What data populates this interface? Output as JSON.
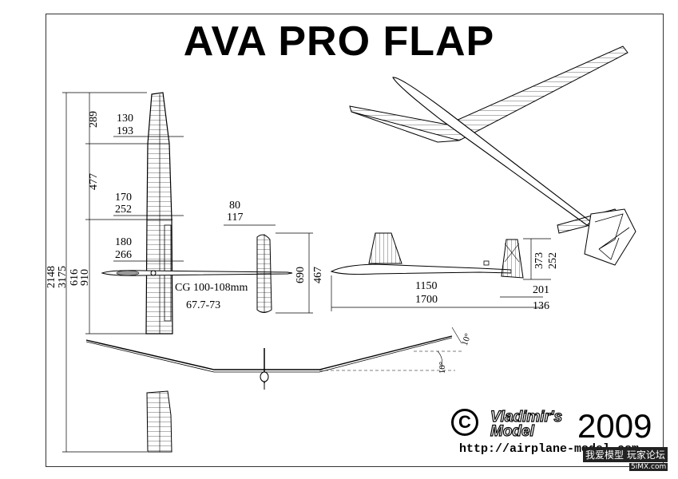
{
  "title": "AVA PRO FLAP",
  "dims": {
    "wing_span_a": "2148",
    "wing_span_b": "3175",
    "tip_len": "289",
    "mid_len": "477",
    "center_len_a": "616",
    "center_len_b": "910",
    "tip_chord_a": "130",
    "tip_chord_b": "193",
    "mid_chord_a": "170",
    "mid_chord_b": "252",
    "root_chord_a": "180",
    "root_chord_b": "266",
    "stab_chord_a": "80",
    "stab_chord_b": "117",
    "stab_span_a": "690",
    "stab_span_b": "467",
    "cg": "CG 100-108mm",
    "cg_b": "67.7-73",
    "fin_h_a": "373",
    "fin_h_b": "252",
    "fus_len_a": "1150",
    "fus_len_b": "1700",
    "fin_w_a": "201",
    "fin_w_b": "136",
    "dihedral_tip": "10°",
    "dihedral_mid": "10°"
  },
  "brand": {
    "copyright_symbol": "C",
    "name_line1": "Vladimir's",
    "name_line2": "Model",
    "year": "2009",
    "url": "http://airplane-model.com"
  },
  "watermark": {
    "text": "我爱模型 玩家论坛",
    "site": "5iMX.com"
  }
}
